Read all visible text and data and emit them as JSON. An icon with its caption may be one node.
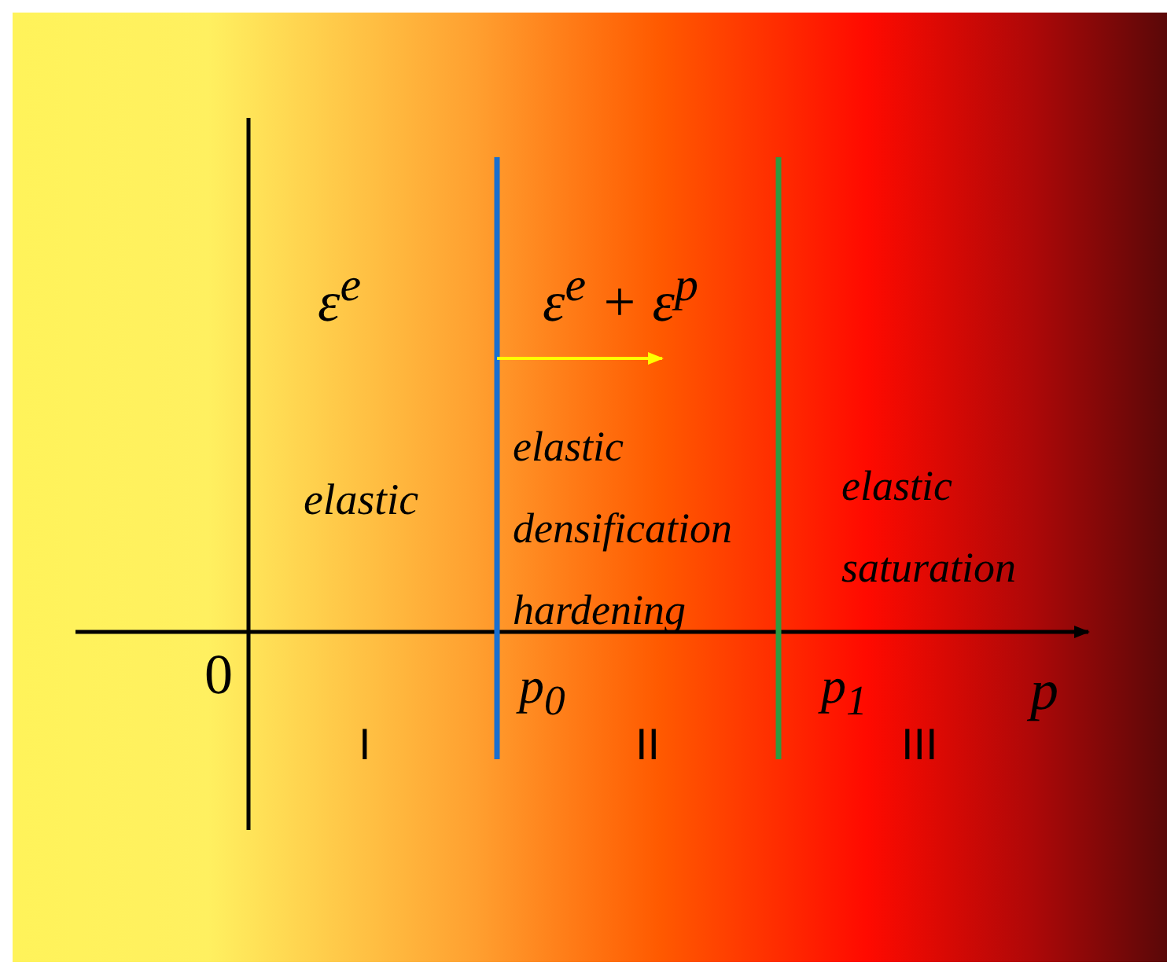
{
  "diagram": {
    "labels": [
      "ε$^{e}$",
      "ε$^{e}$ + ε$^{p}$",
      "elastic",
      "elastic densification hardening",
      "elastic saturation",
      "0",
      "p$_{0}$",
      "p$_{1}$",
      "p",
      "I",
      "II",
      "III"
    ]
  }
}
